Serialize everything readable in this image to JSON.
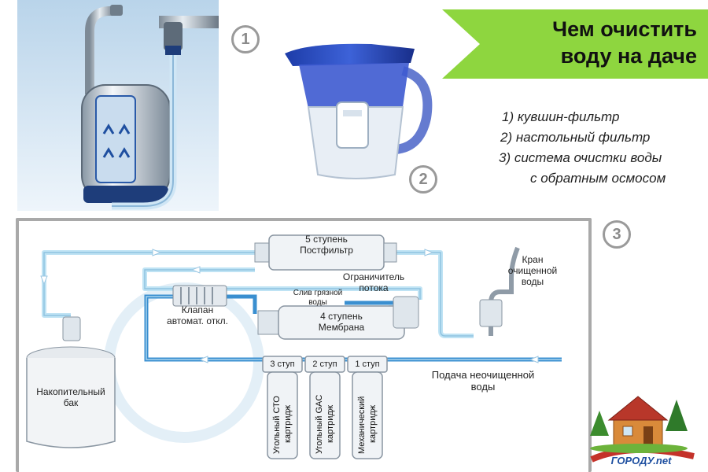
{
  "title": {
    "line1": "Чем очистить",
    "line2": "воду на даче"
  },
  "methods": [
    "1) кувшин-фильтр",
    "2) настольный фильтр",
    "3) система очистки воды",
    "с обратным осмосом"
  ],
  "badges": {
    "b1": "1",
    "b2": "2",
    "b3": "3"
  },
  "schematic": {
    "stage5": {
      "line1": "5 ступень",
      "line2": "Постфильтр"
    },
    "stage4": {
      "line1": "4 ступень",
      "line2": "Мембрана"
    },
    "flow_limiter": {
      "line1": "Ограничитель",
      "line2": "потока"
    },
    "drain": {
      "line1": "Слив грязной",
      "line2": "воды"
    },
    "valve": {
      "line1": "Клапан",
      "line2": "автомат. откл."
    },
    "tap": {
      "line1": "Кран",
      "line2": "очищенной",
      "line3": "воды"
    },
    "tank": {
      "line1": "Накопительный",
      "line2": "бак"
    },
    "feed": {
      "line1": "Подача неочищенной",
      "line2": "воды"
    },
    "cartridges": [
      {
        "stage": "3 ступ",
        "name1": "Угольный СТО",
        "name2": "картридж"
      },
      {
        "stage": "2 ступ",
        "name1": "Угольный GAC",
        "name2": "картридж"
      },
      {
        "stage": "1 ступ",
        "name1": "Механический",
        "name2": "картридж"
      }
    ]
  },
  "brand": {
    "name": "ГОРОДУ.net"
  },
  "colors": {
    "banner_green": "#8ed63f",
    "pipe_clean": "#bfe3f4",
    "pipe_raw": "#3a8fd0",
    "frame_gray": "#a9a9a9",
    "badge_gray": "#9a9a9a"
  }
}
